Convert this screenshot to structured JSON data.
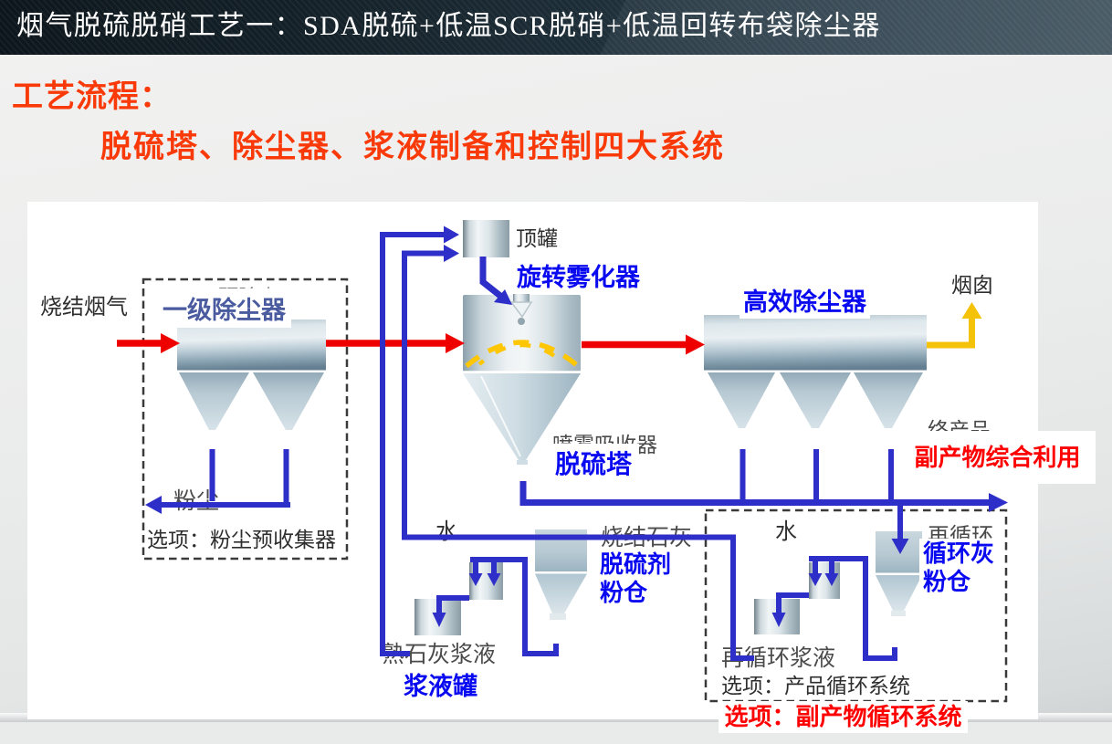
{
  "slide": {
    "title": "烟气脱硫脱硝工艺一：SDA脱硫+低温SCR脱硝+低温回转布袋除尘器",
    "process_heading": "工艺流程：",
    "process_subheading": "脱硫塔、除尘器、浆液制备和控制四大系统"
  },
  "colors": {
    "header_bg": "#1d2d37",
    "heading_red": "#f93a08",
    "label_blue": "#0a0af0",
    "label_slate_blue": "#4a5b9f",
    "label_red": "#fe0000",
    "pipe_blue": "#2e2ec8",
    "flow_red": "#ee0000",
    "flow_yellow": "#f4c208",
    "ghost_text_gray": "#4a4a4a",
    "panel_white": "#ffffff"
  },
  "diagram": {
    "labels": {
      "sinter_flue_gas": "烧结烟气",
      "primary_collector_ghost": "预除尘器",
      "primary_collector": "一级除尘器",
      "dust": "粉尘",
      "option_dust_precollector": "选项：粉尘预收集器",
      "top_tank": "顶罐",
      "rotary_atomizer": "旋转雾化器",
      "spray_absorber_ghost": "喷雾吸收器",
      "desulfurization_tower": "脱硫塔",
      "high_efficiency_collector": "高效除尘器",
      "chimney": "烟囱",
      "final_product_ghost": "终产品",
      "byproduct_utilization": "副产物综合利用",
      "water_left": "水",
      "water_right": "水",
      "sintered_lime_ghost": "烧结石灰",
      "desulfurizer_silo": "脱硫剂\n粉仓",
      "slaked_lime_slurry": "熟石灰浆液",
      "slurry_tank": "浆液罐",
      "recirculation_ghost": "再循环",
      "circulating_ash_silo": "循环灰\n粉仓",
      "recirculation_slurry": "再循环浆液",
      "option_product_circulation": "选项：产品循环系统",
      "option_byproduct_circulation": "选项：副产物循环系统"
    }
  }
}
